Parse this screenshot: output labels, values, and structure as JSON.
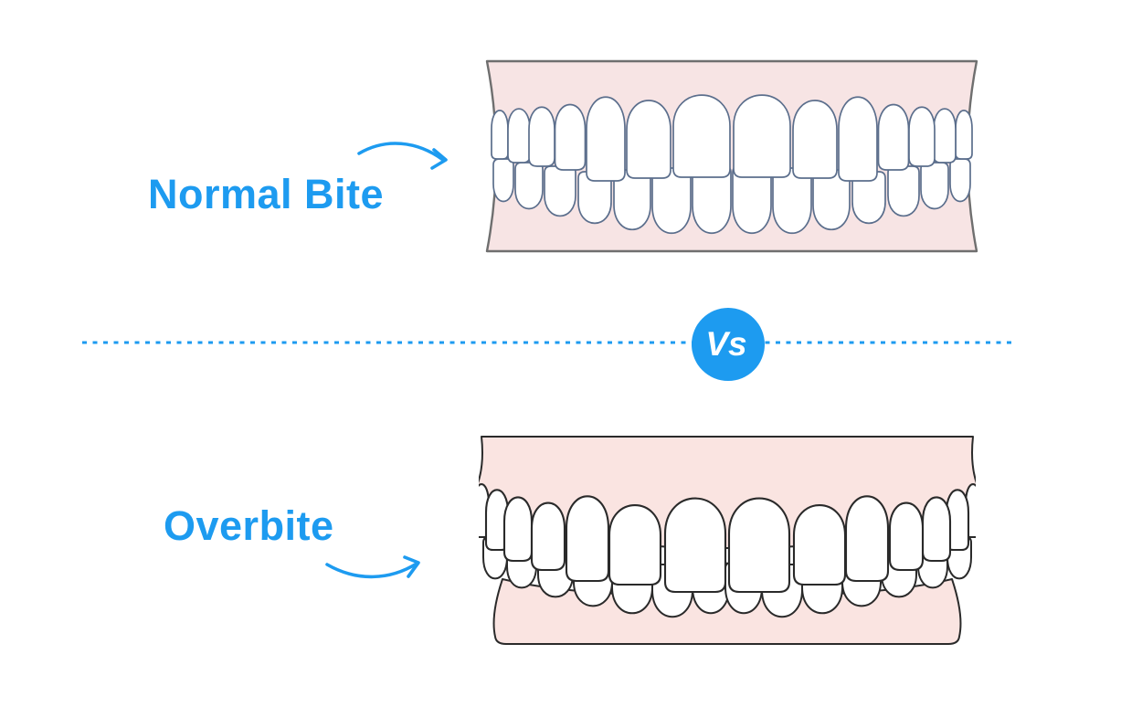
{
  "page": {
    "type": "dental-bite-comparison-infographic",
    "background": "#ffffff"
  },
  "colors": {
    "accent_blue": "#1d9bf0",
    "badge_text": "#ffffff",
    "tooth_white": "#ffffff",
    "gum_pink_normal": "#f7e4e4",
    "gum_outline_normal": "#6f6f6f",
    "tooth_outline_normal": "#5b6e8c",
    "gum_pink_overbite": "#fae4e1",
    "tooth_outline_overbite": "#2a2a2a"
  },
  "sections": {
    "top": {
      "label": "Normal Bite",
      "illustration": "normal-bite-teeth",
      "arrow_icon": "curved-arrow-down-right-icon"
    },
    "divider": {
      "badge_label": "Vs",
      "line_style": "dotted"
    },
    "bottom": {
      "label": "Overbite",
      "illustration": "overbite-teeth",
      "arrow_icon": "curved-arrow-up-right-icon"
    }
  }
}
